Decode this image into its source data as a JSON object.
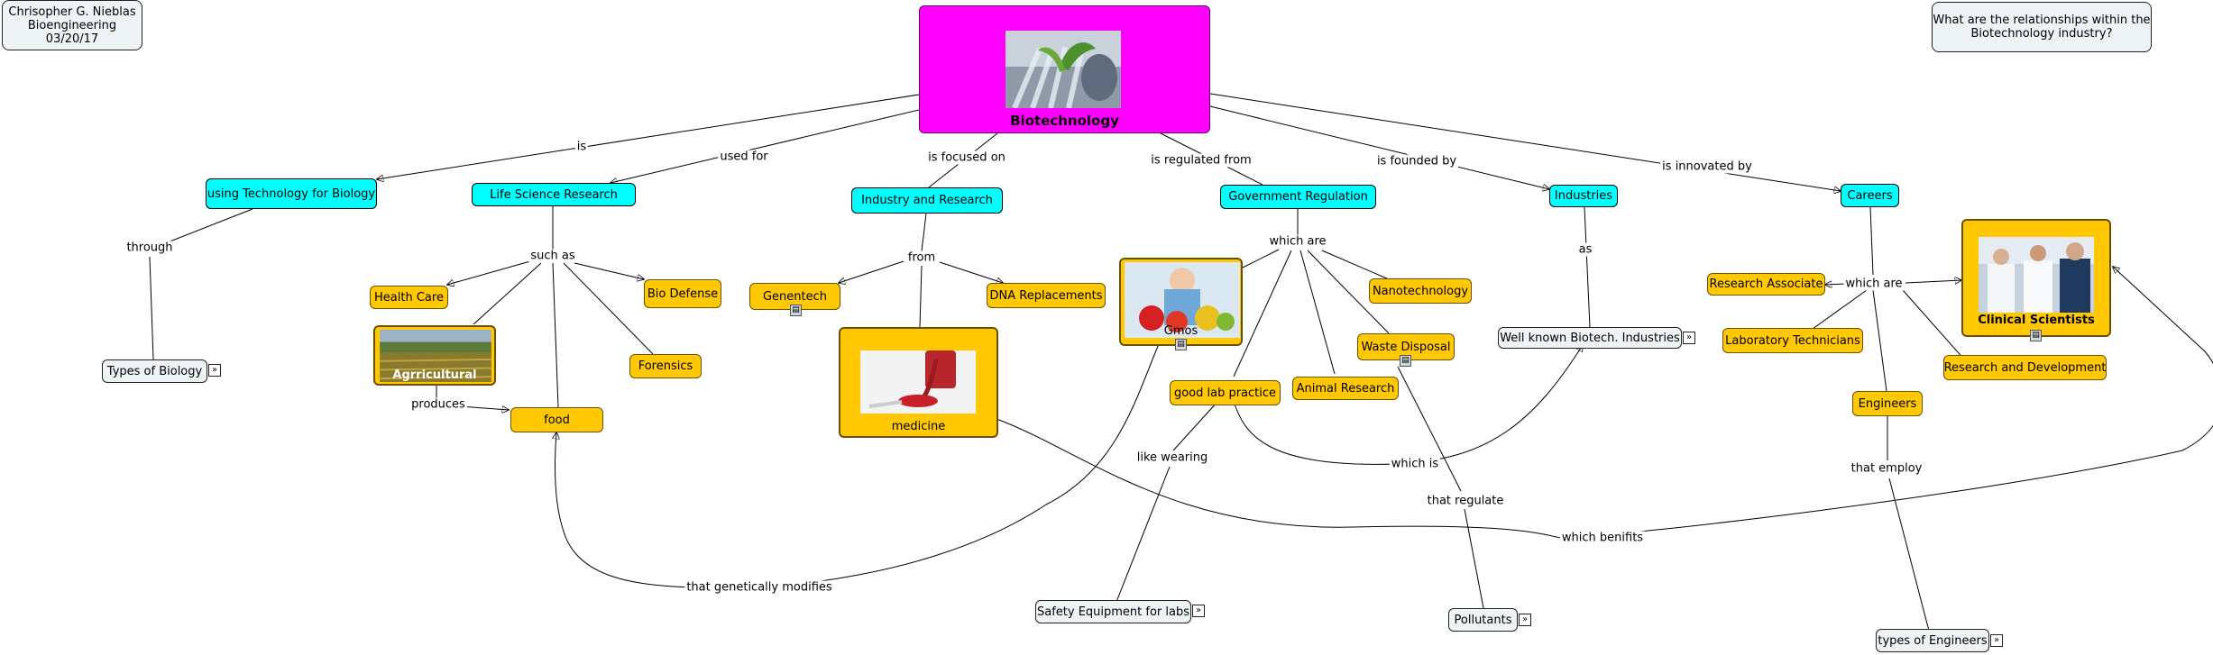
{
  "author_box": {
    "line1": "Chrisopher G. Nieblas",
    "line2": "Bioengineering",
    "line3": "03/20/17"
  },
  "question_box": {
    "line1": "What are the relationships within the",
    "line2": "Biotechnology industry?"
  },
  "nodes": {
    "biotechnology": "Biotechnology",
    "tech_biology": "using Technology for Biology",
    "life_science": "Life Science Research",
    "industry_research": "Industry and Research",
    "gov_regulation": "Government Regulation",
    "industries": "Industries",
    "careers": "Careers",
    "health_care": "Health Care",
    "agricultural": "Agrricultural",
    "food": "food",
    "bio_defense": "Bio Defense",
    "forensics": "Forensics",
    "genentech": "Genentech",
    "dna_replacements": "DNA Replacements",
    "medicine": "medicine",
    "gmos": "Gmos",
    "nanotechnology": "Nanotechnology",
    "waste_disposal": "Waste Disposal",
    "animal_research": "Animal Research",
    "good_lab_practice": "good lab practice",
    "well_known": "Well known Biotech. Industries",
    "research_associate": "Research Associate",
    "lab_technicians": "Laboratory Technicians",
    "clinical_scientists": "Clinical Scientists",
    "research_development": "Research and Development",
    "engineers": "Engineers",
    "types_biology": "Types of Biology",
    "safety_equipment": "Safety Equipment for labs",
    "pollutants": "Pollutants",
    "types_engineers": "types of Engineers"
  },
  "links": {
    "is": "is",
    "used_for": "used for",
    "is_focused_on": "is focused on",
    "is_regulated_from": "is regulated from",
    "is_founded_by": "is founded by",
    "is_innovated_by": "is innovated by",
    "through": "through",
    "such_as": "such as",
    "from": "from",
    "which_are_gov": "which are",
    "as": "as",
    "which_are_careers": "which are",
    "produces": "produces",
    "like_wearing": "like wearing",
    "which_is": "which is",
    "that_regulate": "that regulate",
    "that_employ": "that employ",
    "which_benifits": "which benifits",
    "that_genetically_modifies": "that genetically modifies"
  },
  "icons": {
    "resource": "document-icon",
    "expand": "expand-icon"
  },
  "colors": {
    "root": "#ff00ff",
    "primary": "#00ffff",
    "secondary": "#ffc800",
    "leaf": "#eef4f5"
  }
}
